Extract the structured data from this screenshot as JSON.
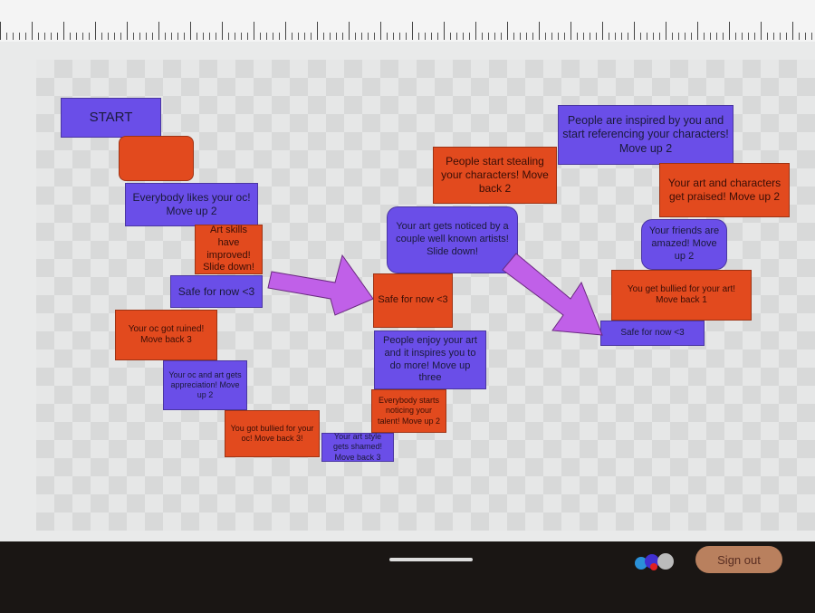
{
  "board": {
    "tiles": [
      {
        "text": "START",
        "color": "blue"
      },
      {
        "text": "",
        "color": "red"
      },
      {
        "text": "Everybody likes your oc! Move up 2",
        "color": "blue"
      },
      {
        "text": "Art skills have improved! Slide down!",
        "color": "red"
      },
      {
        "text": "Safe for now <3",
        "color": "blue"
      },
      {
        "text": "Your oc got ruined! Move back 3",
        "color": "red"
      },
      {
        "text": "Your oc and art gets appreciation! Move up 2",
        "color": "blue"
      },
      {
        "text": "You got bullied for your oc! Move back 3!",
        "color": "red"
      },
      {
        "text": "Your art style gets shamed! Move back 3",
        "color": "blue"
      },
      {
        "text": "Everybody starts noticing your talent! Move up 2",
        "color": "red"
      },
      {
        "text": "People enjoy your art and it inspires you to do more! Move up three",
        "color": "blue"
      },
      {
        "text": "Safe for now <3",
        "color": "red"
      },
      {
        "text": "Your art gets noticed by a couple well known artists! Slide down!",
        "color": "blue"
      },
      {
        "text": "People start stealing your characters! Move back 2",
        "color": "red"
      },
      {
        "text": "People are inspired by you and start referencing your characters! Move up 2",
        "color": "blue"
      },
      {
        "text": "Your art and characters get praised! Move up 2",
        "color": "red"
      },
      {
        "text": "Your friends are amazed! Move up 2",
        "color": "blue"
      },
      {
        "text": "You get bullied for your art! Move back 1",
        "color": "red"
      },
      {
        "text": "Safe for now <3",
        "color": "blue"
      }
    ]
  },
  "colors": {
    "blue": "#6a4ee8",
    "red": "#e24a1e",
    "arrow": "#c060e8"
  },
  "taskbar": {
    "sign_out": "Sign out"
  }
}
